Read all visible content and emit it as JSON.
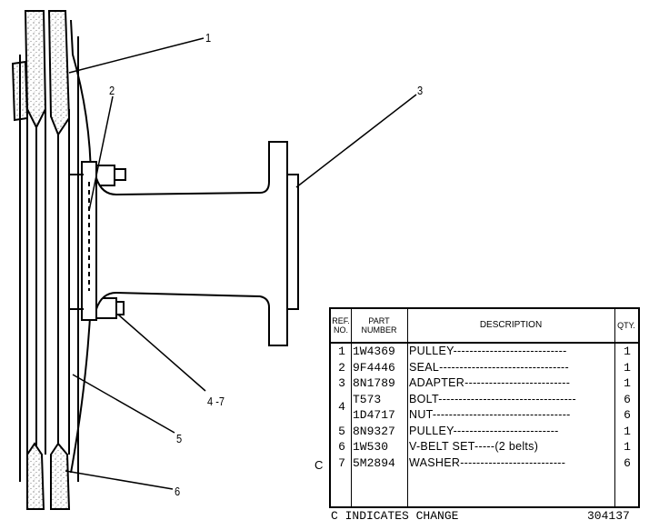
{
  "callouts": [
    "1",
    "2",
    "3",
    "4 -7",
    "5",
    "6"
  ],
  "table": {
    "headers": {
      "ref": "REF. NO.",
      "part": "PART NUMBER",
      "desc": "DESCRIPTION",
      "qty": "QTY."
    },
    "rows": [
      {
        "ref": "1",
        "part": "1W4369",
        "desc": "PULLEY",
        "qty": "1",
        "change": ""
      },
      {
        "ref": "2",
        "part": "9F4446",
        "desc": "SEAL",
        "qty": "1",
        "change": ""
      },
      {
        "ref": "3",
        "part": "8N1789",
        "desc": "ADAPTER",
        "qty": "1",
        "change": ""
      },
      {
        "ref": "4",
        "part": "T573",
        "desc": "BOLT",
        "qty": "6",
        "change": ""
      },
      {
        "ref": "",
        "part": "1D4717",
        "desc": "NUT",
        "qty": "6",
        "change": ""
      },
      {
        "ref": "5",
        "part": "8N9327",
        "desc": "PULLEY",
        "qty": "1",
        "change": ""
      },
      {
        "ref": "6",
        "part": "1W530",
        "desc": "V-BELT SET-----(2 belts)",
        "qty": "1",
        "change": ""
      },
      {
        "ref": "7",
        "part": "5M2894",
        "desc": "WASHER",
        "qty": "6",
        "change": "C"
      }
    ]
  },
  "footer": {
    "note": "C INDICATES CHANGE",
    "number": "304137"
  }
}
